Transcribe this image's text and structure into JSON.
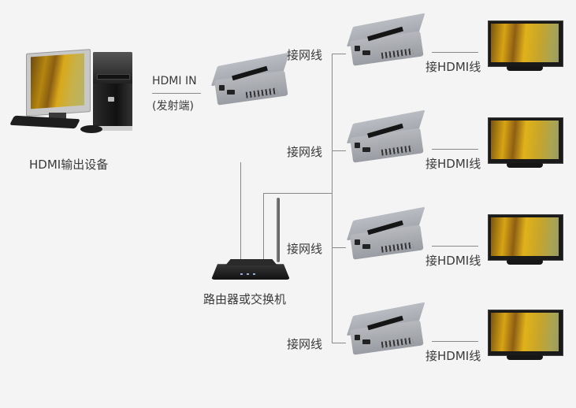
{
  "source": {
    "device_label": "HDMI输出设备",
    "input_label": "HDMI IN",
    "input_sublabel": "(发射端)"
  },
  "router": {
    "label": "路由器或交换机"
  },
  "receivers": [
    {
      "network_label": "接网线",
      "hdmi_label": "接HDMI线"
    },
    {
      "network_label": "接网线",
      "hdmi_label": "接HDMI线"
    },
    {
      "network_label": "接网线",
      "hdmi_label": "接HDMI线"
    },
    {
      "network_label": "接网线",
      "hdmi_label": "接HDMI线"
    }
  ],
  "colors": {
    "background": "#f4f4f4",
    "line": "#8a8a8a",
    "text": "#3a3a3a"
  }
}
